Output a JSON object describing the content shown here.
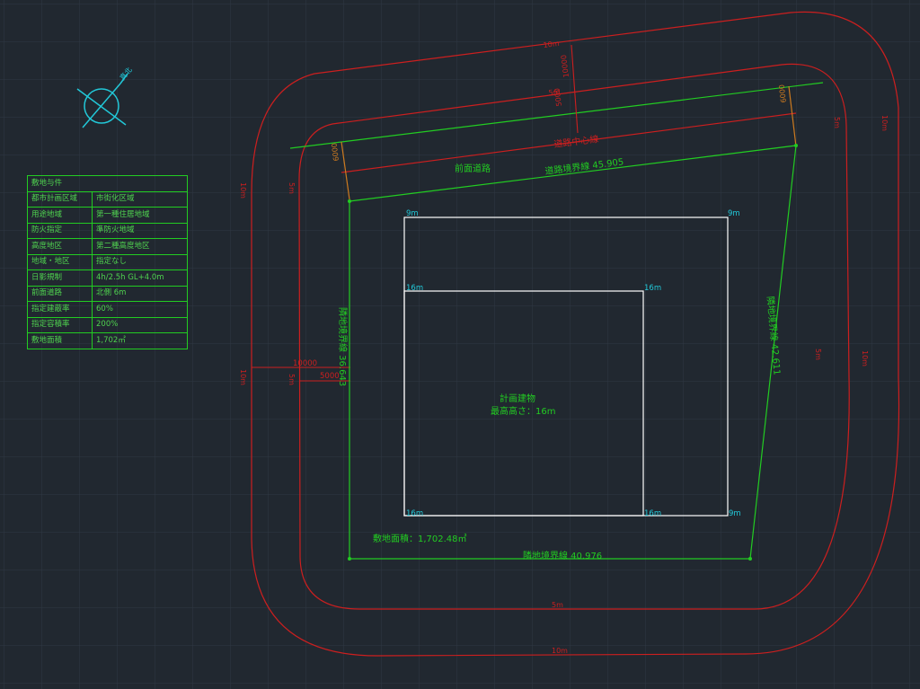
{
  "compass": {
    "label": "真北",
    "icon": "compass-north-icon"
  },
  "conditions": {
    "title": "敷地与件",
    "rows": [
      {
        "key": "都市計画区域",
        "value": "市街化区域"
      },
      {
        "key": "用途地域",
        "value": "第一種住居地域"
      },
      {
        "key": "防火指定",
        "value": "準防火地域"
      },
      {
        "key": "高度地区",
        "value": "第二種高度地区"
      },
      {
        "key": "地域・地区",
        "value": "指定なし"
      },
      {
        "key": "日影規制",
        "value": "4h/2.5h GL+4.0m"
      },
      {
        "key": "前面道路",
        "value": "北側 6m"
      },
      {
        "key": "指定建蔽率",
        "value": "60%"
      },
      {
        "key": "指定容積率",
        "value": "200%"
      },
      {
        "key": "敷地面積",
        "value": "1,702㎡"
      }
    ]
  },
  "road": {
    "front_road": "前面道路",
    "centerline": "道路中心線",
    "boundary": "道路境界線 45.905",
    "dim_6000": "6000",
    "dim_5000": "5000",
    "dim_10000": "10000"
  },
  "boundaries": {
    "west": "隣地境界線 36.643",
    "east": "隣地境界線 42.611",
    "south": "隣地境界線 40.976"
  },
  "site_area": "敷地面積：1,702.48㎡",
  "building": {
    "name": "計画建物",
    "max_height": "最高高さ：16m"
  },
  "heights": {
    "h9": "9m",
    "h16": "16m",
    "h10": "10m",
    "h5": "5m"
  },
  "colors": {
    "background": "#212830",
    "grid": "#2d3540",
    "green": "#22cc22",
    "red": "#cc1f1f",
    "white": "#ffffff",
    "cyan": "#22c8d8"
  }
}
